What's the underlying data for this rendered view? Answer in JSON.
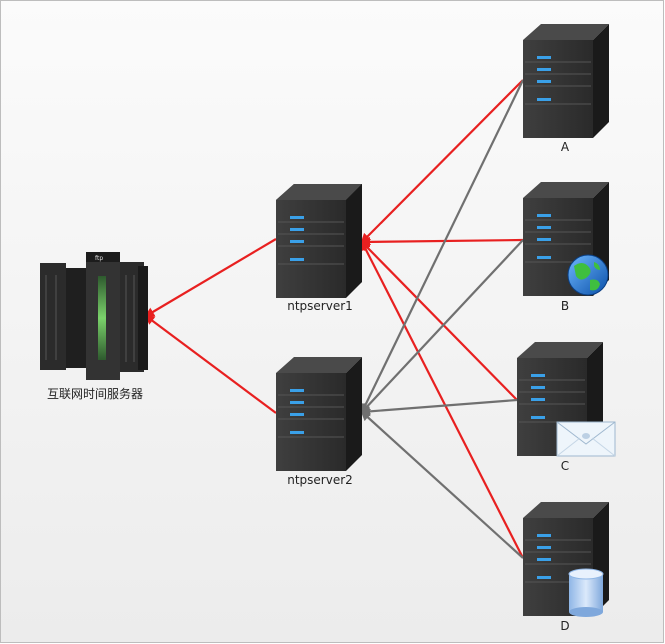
{
  "nodes": {
    "internet_time_server": {
      "label": "互联网时间服务器",
      "badge": "ftp"
    },
    "ntpserver1": {
      "label": "ntpserver1"
    },
    "ntpserver2": {
      "label": "ntpserver2"
    },
    "client_a": {
      "label": "A"
    },
    "client_b": {
      "label": "B",
      "overlay_icon": "globe-icon"
    },
    "client_c": {
      "label": "C",
      "overlay_icon": "envelope-icon"
    },
    "client_d": {
      "label": "D",
      "overlay_icon": "database-icon"
    }
  },
  "edges": [
    {
      "from": "ntpserver1",
      "to": "internet_time_server",
      "color": "#e82020"
    },
    {
      "from": "ntpserver2",
      "to": "internet_time_server",
      "color": "#e82020"
    },
    {
      "from": "client_a",
      "to": "ntpserver1",
      "color": "#e82020"
    },
    {
      "from": "client_b",
      "to": "ntpserver1",
      "color": "#e82020"
    },
    {
      "from": "client_c",
      "to": "ntpserver1",
      "color": "#e82020"
    },
    {
      "from": "client_d",
      "to": "ntpserver1",
      "color": "#e82020"
    },
    {
      "from": "client_a",
      "to": "ntpserver2",
      "color": "#707070"
    },
    {
      "from": "client_b",
      "to": "ntpserver2",
      "color": "#707070"
    },
    {
      "from": "client_c",
      "to": "ntpserver2",
      "color": "#707070"
    },
    {
      "from": "client_d",
      "to": "ntpserver2",
      "color": "#707070"
    }
  ],
  "colors": {
    "primary_link": "#e82020",
    "backup_link": "#707070",
    "server_body": "#3a3a3a",
    "server_led": "#3aa0e8",
    "background": "#f3f3f3"
  }
}
